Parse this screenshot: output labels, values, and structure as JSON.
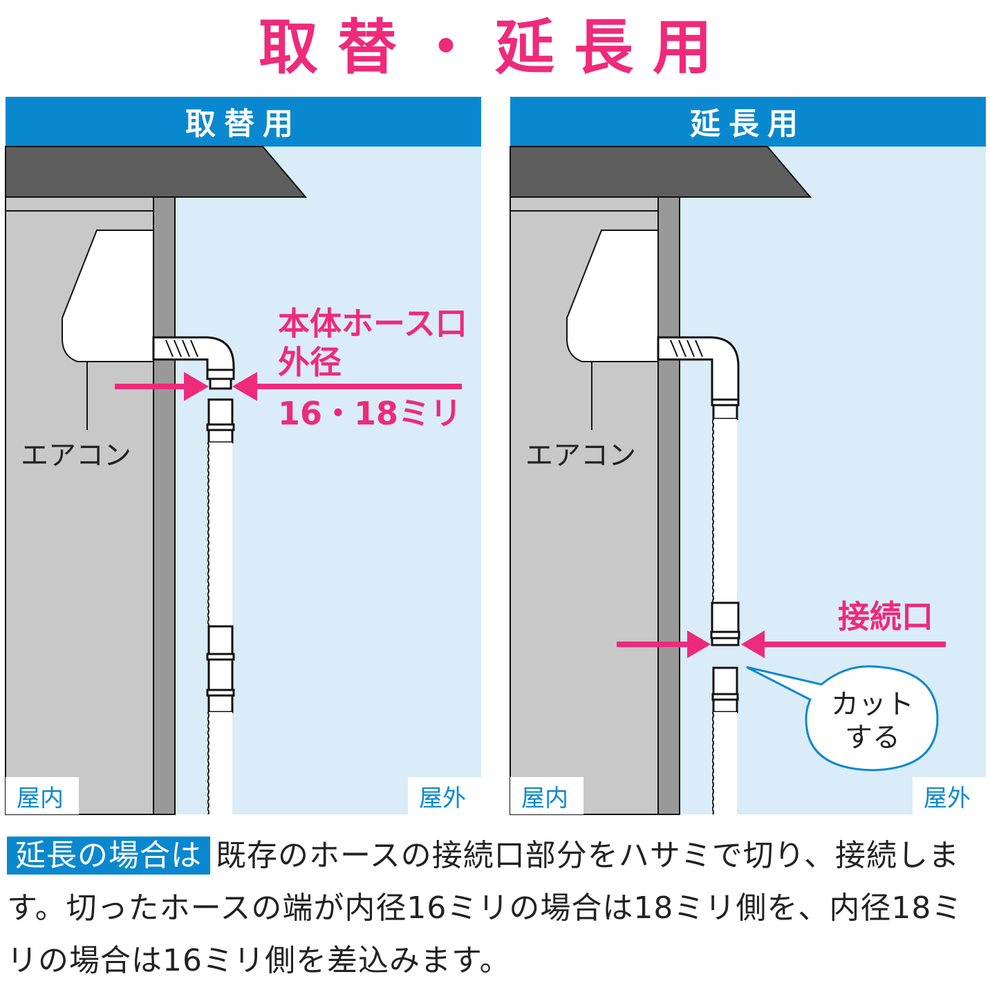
{
  "title": "取替・延長用",
  "colors": {
    "accent_pink": "#ee2a7b",
    "header_blue": "#0a88cf",
    "sky": "#d9ecf7",
    "wall": "#c8c8c8",
    "pillar": "#999999",
    "roof": "#5e5e5e"
  },
  "left_panel": {
    "header": "取替用",
    "aircon_label": "エアコン",
    "callout_line1": "本体ホース口",
    "callout_line2": "外径",
    "callout_size": "16・18ミリ",
    "indoor": "屋内",
    "outdoor": "屋外"
  },
  "right_panel": {
    "header": "延長用",
    "aircon_label": "エアコン",
    "callout": "接続口",
    "bubble_line1": "カット",
    "bubble_line2": "する",
    "indoor": "屋内",
    "outdoor": "屋外"
  },
  "note": {
    "highlight": "延長の場合は",
    "text": "既存のホースの接続口部分をハサミで切り、接続します。切ったホースの端が内径16ミリの場合は18ミリ側を、内径18ミリの場合は16ミリ側を差込みます。"
  }
}
